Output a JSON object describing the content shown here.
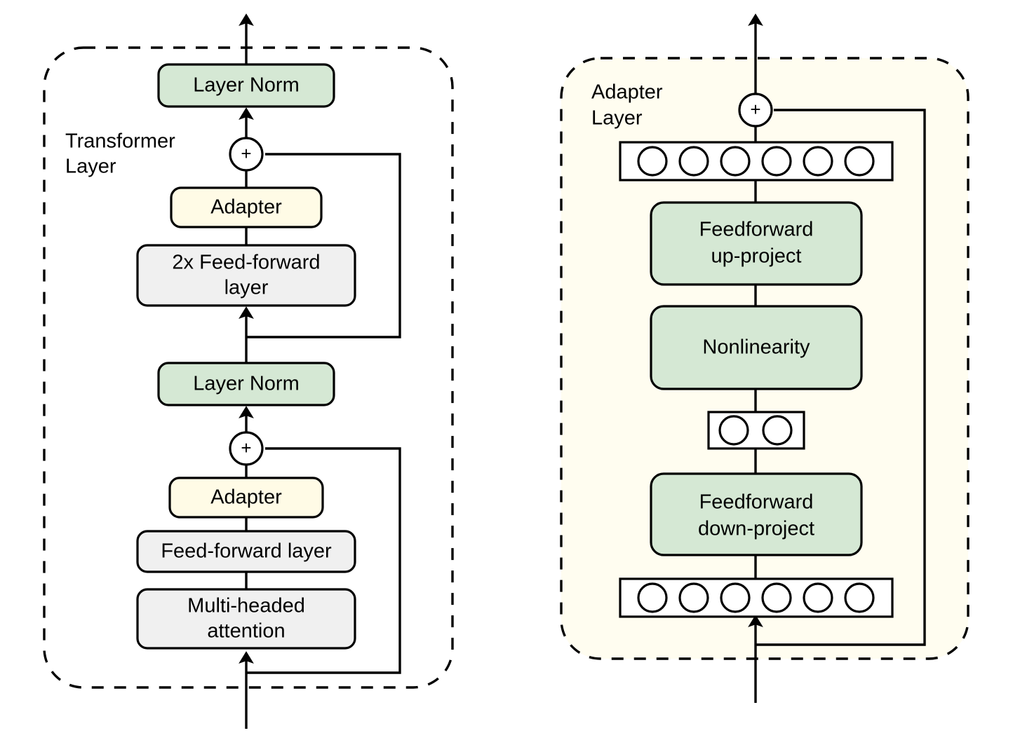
{
  "figure": {
    "type": "architecture-diagram",
    "background_color": "#ffffff",
    "panels": [
      {
        "id": "transformer-layer",
        "label": "Transformer\nLayer",
        "label_line1": "Transformer",
        "label_line2": "Layer",
        "border_style": "dashed",
        "fill_color": "#ffffff"
      },
      {
        "id": "adapter-layer",
        "label_line1": "Adapter",
        "label_line2": "Layer",
        "border_style": "dashed",
        "fill_color": "#fffdf0"
      }
    ]
  },
  "colors": {
    "green_block": "#d5e8d4",
    "cream_block": "#fffbe6",
    "gray_block": "#f0f0f0",
    "white_block": "#ffffff",
    "panel_tint": "#fffdf0",
    "stroke": "#000000"
  },
  "left_panel": {
    "title_line1": "Transformer",
    "title_line2": "Layer",
    "blocks": [
      {
        "id": "layer-norm-top",
        "label": "Layer Norm",
        "fill": "green"
      },
      {
        "id": "adapter-top",
        "label": "Adapter",
        "fill": "cream"
      },
      {
        "id": "ffn-2x",
        "label_line1": "2x Feed-forward",
        "label_line2": "layer",
        "fill": "gray"
      },
      {
        "id": "layer-norm-mid",
        "label": "Layer Norm",
        "fill": "green"
      },
      {
        "id": "adapter-bottom",
        "label": "Adapter",
        "fill": "cream"
      },
      {
        "id": "ffn-single",
        "label": "Feed-forward layer",
        "fill": "gray"
      },
      {
        "id": "multi-head-attn",
        "label_line1": "Multi-headed",
        "label_line2": "attention",
        "fill": "gray"
      }
    ],
    "sum_nodes": [
      {
        "id": "sum-top",
        "symbol": "+"
      },
      {
        "id": "sum-bottom",
        "symbol": "+"
      }
    ],
    "residual_connections": 2
  },
  "right_panel": {
    "title_line1": "Adapter",
    "title_line2": "Layer",
    "blocks": [
      {
        "id": "unit-row-top",
        "type": "unit-row",
        "units": 6,
        "fill": "white"
      },
      {
        "id": "ff-up-project",
        "label_line1": "Feedforward",
        "label_line2": "up-project",
        "fill": "green"
      },
      {
        "id": "nonlinearity",
        "label": "Nonlinearity",
        "fill": "green"
      },
      {
        "id": "unit-row-bottleneck",
        "type": "unit-row",
        "units": 2,
        "fill": "white"
      },
      {
        "id": "ff-down-project",
        "label_line1": "Feedforward",
        "label_line2": "down-project",
        "fill": "green"
      },
      {
        "id": "unit-row-bottom",
        "type": "unit-row",
        "units": 6,
        "fill": "white"
      }
    ],
    "sum_nodes": [
      {
        "id": "sum-adapter",
        "symbol": "+"
      }
    ],
    "residual_connections": 1
  }
}
